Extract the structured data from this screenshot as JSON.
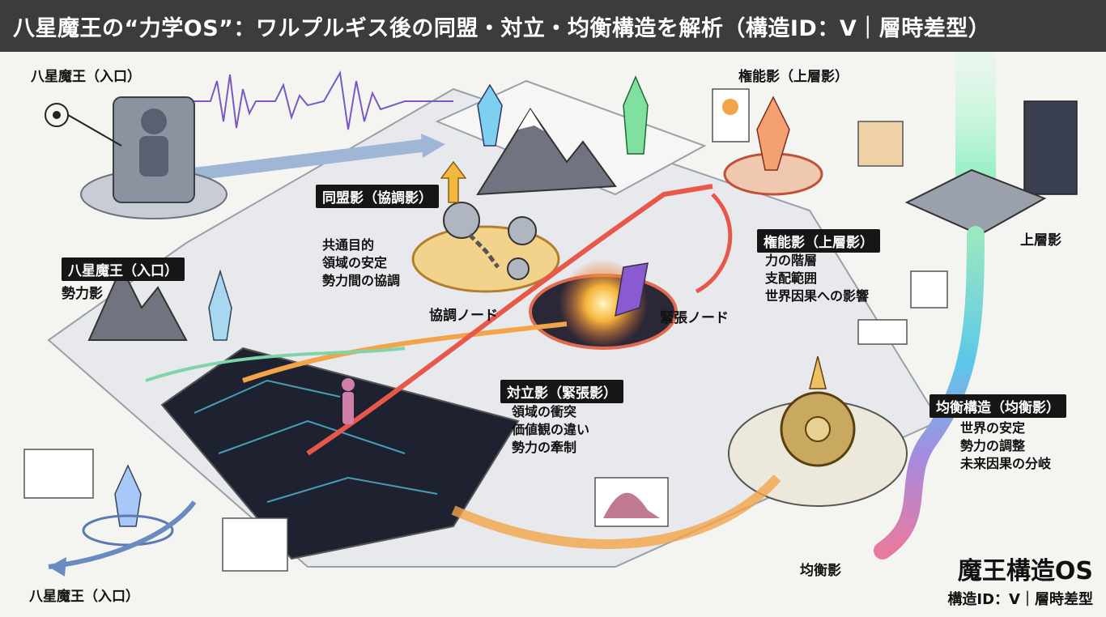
{
  "title": "八星魔王の“力学OS”：ワルプルギス後の同盟・対立・均衡構造を解析（構造ID：V｜層時差型）",
  "labels": {
    "top_left_entry": "八星魔王（入口）",
    "mid_left_entry": "八星魔王（入口）",
    "power_shadow": "勢力影",
    "bottom_left_entry": "八星魔王（入口）",
    "authority_top": "権能影（上層影）",
    "upper_layer": "上層影",
    "coordination_node": "協調ノード",
    "tension_node": "緊張ノード",
    "balance_shadow": "均衡影"
  },
  "panels": {
    "alliance": {
      "heading": "同盟影（協調影）",
      "items": [
        "共通目的",
        "領域の安定",
        "勢力間の協調"
      ]
    },
    "authority": {
      "heading": "権能影（上層影）",
      "items": [
        "力の階層",
        "支配範囲",
        "世界因果への影響"
      ]
    },
    "conflict": {
      "heading": "対立影（緊張影）",
      "items": [
        "領域の衝突",
        "価値観の違い",
        "勢力の牽制"
      ]
    },
    "balance": {
      "heading": "均衡構造（均衡影）",
      "items": [
        "世界の安定",
        "勢力の調整",
        "未来因果の分岐"
      ]
    }
  },
  "footer": {
    "title": "魔王構造OS",
    "subtitle": "構造ID：V｜層時差型"
  }
}
